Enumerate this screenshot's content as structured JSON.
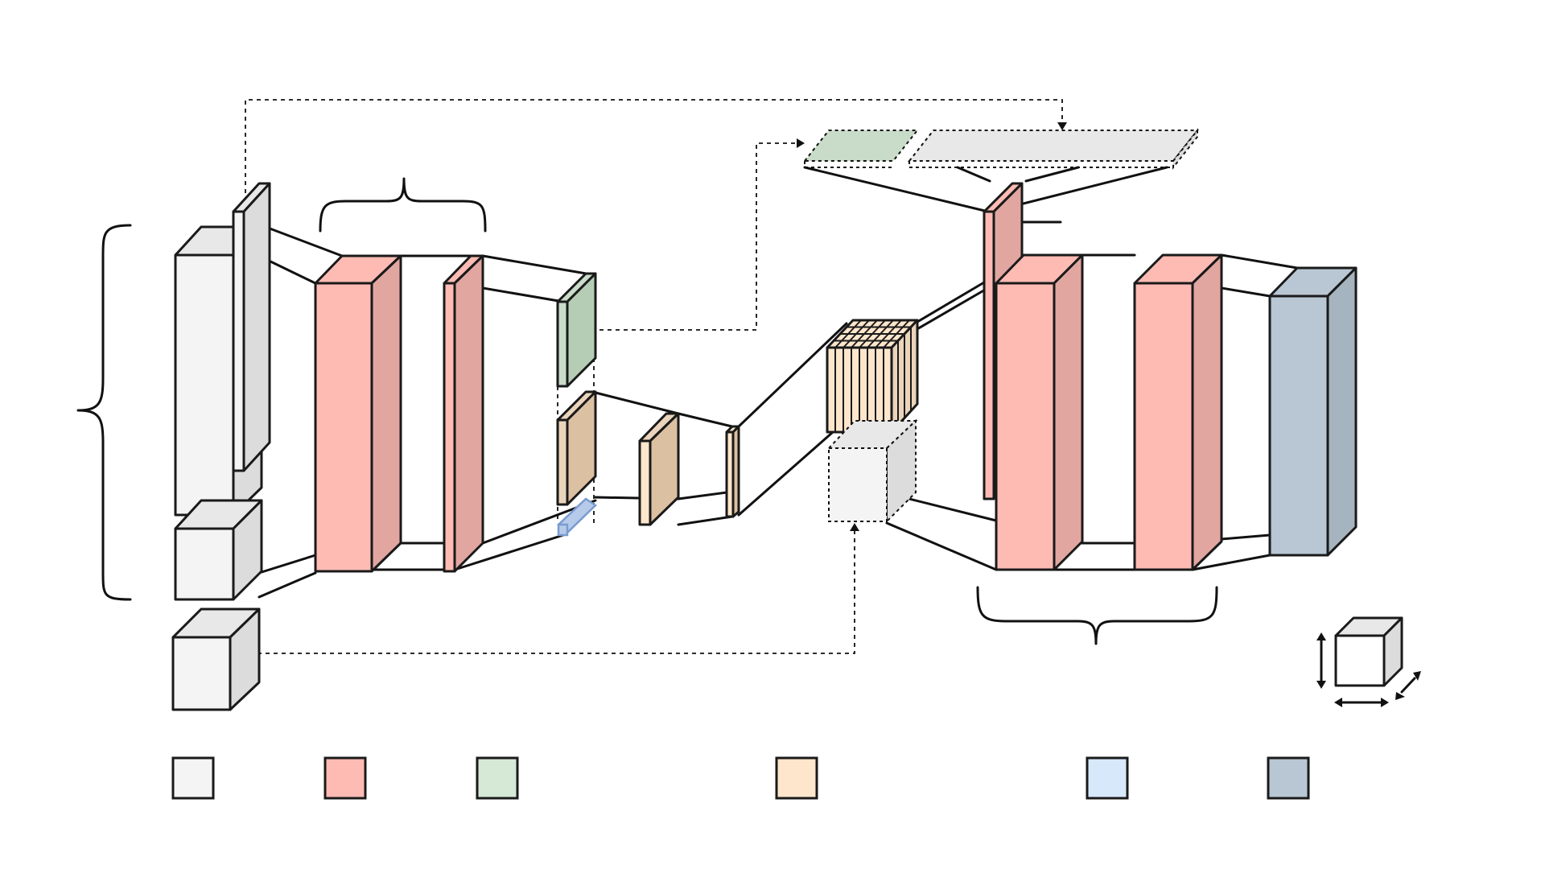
{
  "diagram": {
    "legend": [
      {
        "name": "legend-swatch-white",
        "color": "#f4f4f4"
      },
      {
        "name": "legend-swatch-red",
        "color": "#fdbbb4"
      },
      {
        "name": "legend-swatch-green",
        "color": "#d6e8d6"
      },
      {
        "name": "legend-swatch-orange",
        "color": "#fde6cc"
      },
      {
        "name": "legend-swatch-blue",
        "color": "#d8e8fb"
      },
      {
        "name": "legend-swatch-slate",
        "color": "#b8c7d3"
      }
    ],
    "colors": {
      "white_front": "#f4f4f4",
      "white_top": "#e8e8e8",
      "white_side": "#dcdcdc",
      "red_front": "#fdbbb4",
      "red_side": "#e2a6a1",
      "green_front": "#c9dcc9",
      "green_side": "#b5cdb5",
      "tan_front": "#ead4bb",
      "tan_side": "#dcc0a2",
      "cream_front": "#fde6cc",
      "blue_front": "#b6cbe9",
      "slate_front": "#b8c7d3",
      "slate_side": "#a6b4bf"
    }
  }
}
